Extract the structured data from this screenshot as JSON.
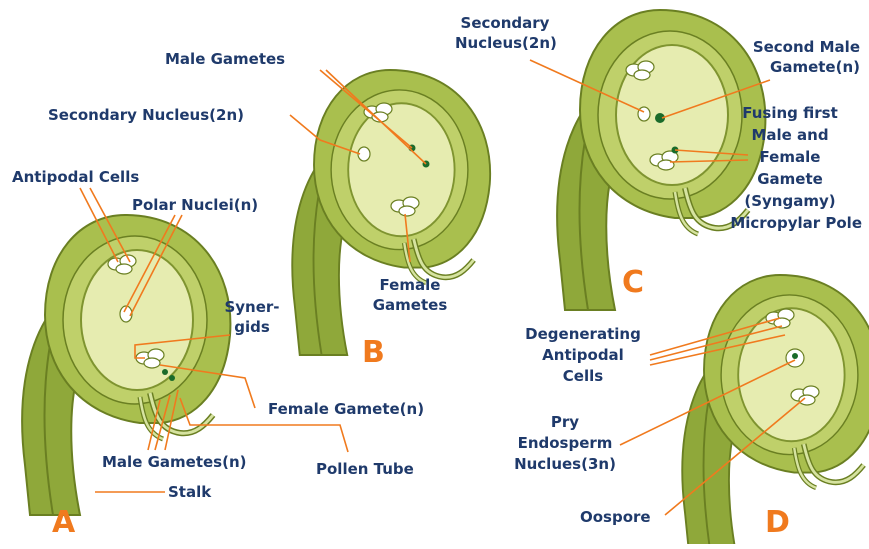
{
  "colors": {
    "stalk": "#8fa83a",
    "stalk_dark": "#6a7f22",
    "outer_wall": "#a9bf4e",
    "sac_fill": "#e6ecb0",
    "leader": "#f07a1e",
    "label_text": "#1f3a6b",
    "panel_letter": "#f07a1e",
    "gamete": "#1a6b2a"
  },
  "panels": {
    "a": {
      "letter": "A",
      "labels": {
        "antipodal_cells": "Antipodal Cells",
        "polar_nuclei": "Polar Nuclei(n)",
        "synergids_1": "Syner-",
        "synergids_2": "gids",
        "female_gamete": "Female Gamete(n)",
        "male_gametes": "Male Gametes(n)",
        "pollen_tube": "Pollen Tube",
        "stalk": "Stalk"
      }
    },
    "b": {
      "letter": "B",
      "labels": {
        "male_gametes": "Male Gametes",
        "secondary_nucleus": "Secondary Nucleus(2n)",
        "female_gametes_1": "Female",
        "female_gametes_2": "Gametes"
      }
    },
    "c": {
      "letter": "C",
      "labels": {
        "secondary_nucleus_1": "Secondary",
        "secondary_nucleus_2": "Nucleus(2n)",
        "second_male_gamete_1": "Second Male",
        "second_male_gamete_2": "Gamete(n)",
        "fusing_1": "Fusing first",
        "fusing_2": "Male and",
        "fusing_3": "Female",
        "fusing_4": "Gamete",
        "fusing_5": "(Syngamy)",
        "micropylar_pole": "Micropylar Pole"
      }
    },
    "d": {
      "letter": "D",
      "labels": {
        "degenerating_1": "Degenerating",
        "degenerating_2": "Antipodal",
        "degenerating_3": "Cells",
        "endosperm_1": "Pry",
        "endosperm_2": "Endosperm",
        "endosperm_3": "Nuclues(3n)",
        "oospore": "Oospore"
      }
    }
  }
}
